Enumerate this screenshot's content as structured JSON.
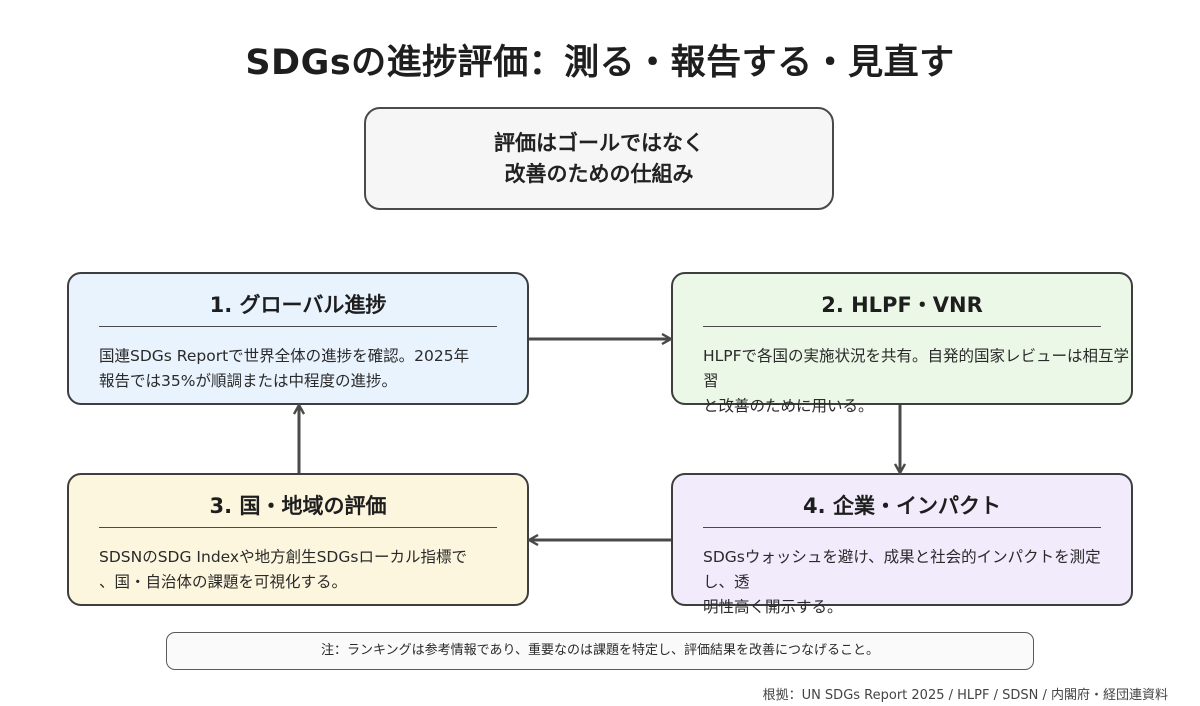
{
  "title": "SDGsの進捗評価：測る・報告する・見直す",
  "center": {
    "line1": "評価はゴールではなく",
    "line2": "改善のための仕組み"
  },
  "cards": [
    {
      "title": "1. グローバル進捗",
      "line1": "国連SDGs Reportで世界全体の進捗を確認。2025年",
      "line2": "報告では35%が順調または中程度の進捗。",
      "color": "#e9f3fd"
    },
    {
      "title": "2. HLPF・VNR",
      "line1": "HLPFで各国の実施状況を共有。自発的国家レビューは相互学習",
      "line2": "と改善のために用いる。",
      "color": "#ecf8e7"
    },
    {
      "title": "3. 国・地域の評価",
      "line1": "SDSNのSDG Indexや地方創生SDGsローカル指標で",
      "line2": "、国・自治体の課題を可視化する。",
      "color": "#fdf6df"
    },
    {
      "title": "4. 企業・インパクト",
      "line1": "SDGsウォッシュを避け、成果と社会的インパクトを測定し、透",
      "line2": "明性高く開示する。",
      "color": "#f1ebfc"
    }
  ],
  "note": "注：ランキングは参考情報であり、重要なのは課題を特定し、評価結果を改善につなげること。",
  "source": "根拠：UN SDGs Report 2025 / HLPF / SDSN / 内閣府・経団連資料"
}
